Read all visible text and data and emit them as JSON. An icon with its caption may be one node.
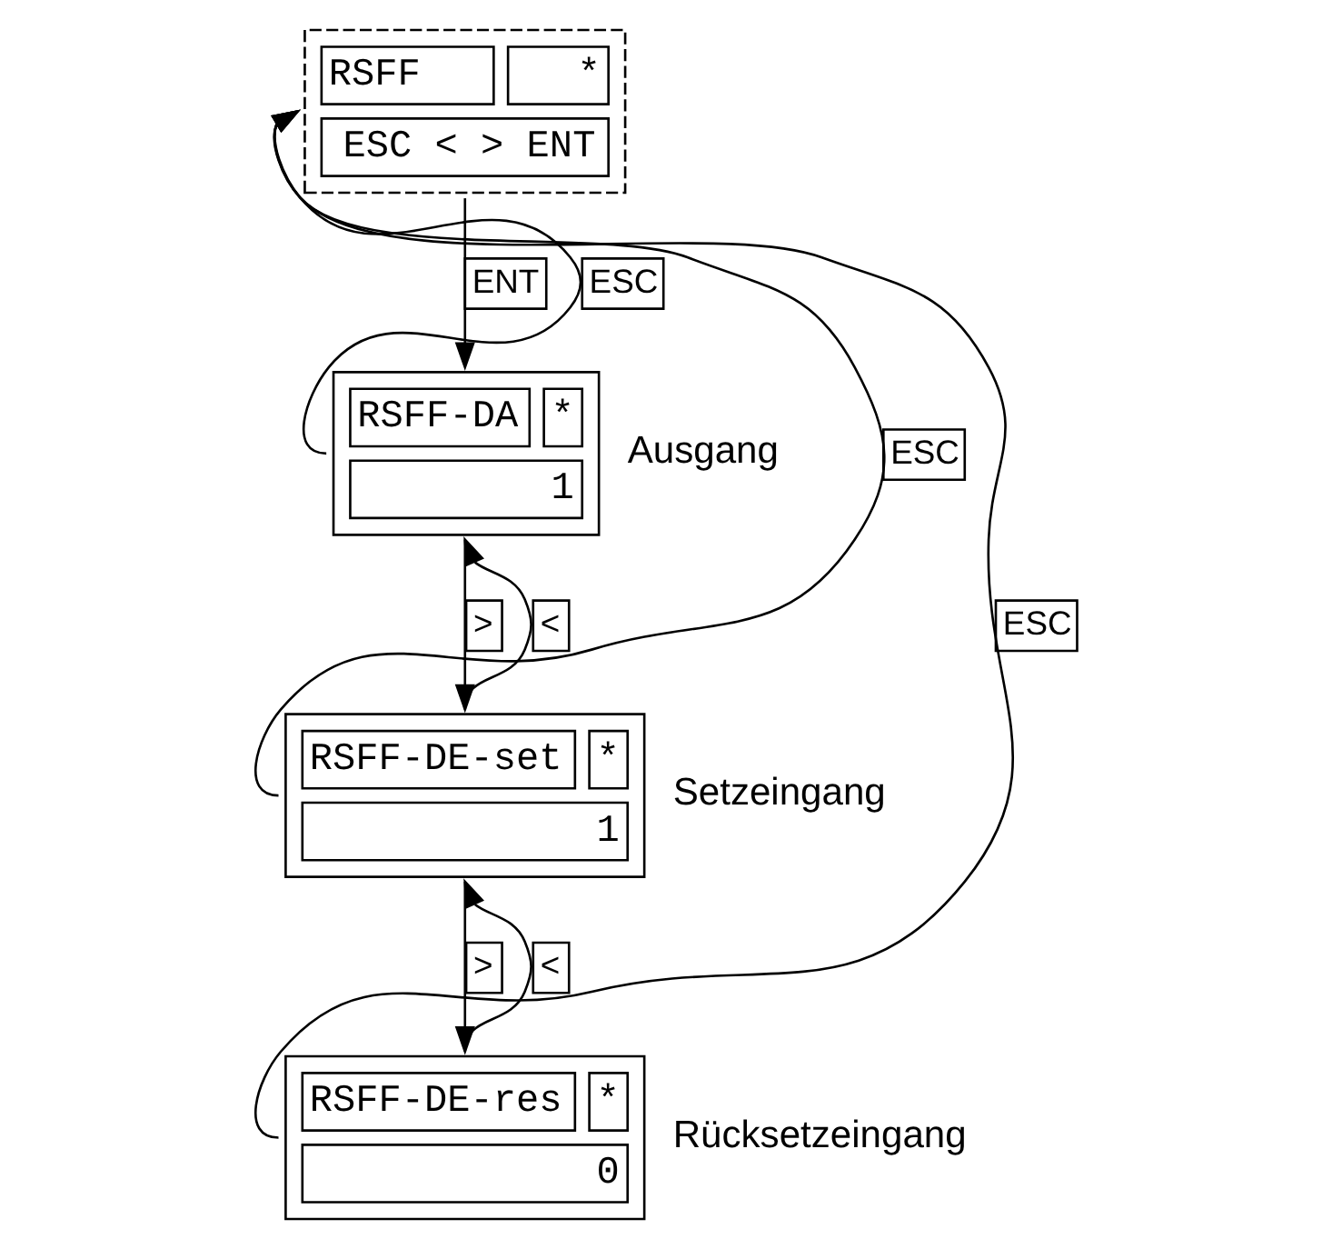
{
  "diagram": {
    "nodes": [
      {
        "text": [
          "RSFF",
          "*",
          "ESC < > ENT"
        ]
      },
      {
        "text": [
          "RSFF-DA",
          "*",
          "1"
        ],
        "beside": [
          "Ausgang"
        ]
      },
      {
        "text": [
          "RSFF-DE-set",
          "*",
          "1"
        ],
        "beside": [
          "Setzeingang"
        ]
      },
      {
        "text": [
          "RSFF-DE-res",
          "*",
          "0"
        ],
        "beside": [
          "Rücksetzeingang"
        ]
      }
    ],
    "edges": [
      {
        "from": 0,
        "to": 1,
        "arrow": "to",
        "label": "ENT"
      },
      {
        "from": 1,
        "to": 2,
        "arrow": "to",
        "label": ">"
      },
      {
        "from": 2,
        "to": 1,
        "arrow": "to",
        "label": "<"
      },
      {
        "from": 2,
        "to": 3,
        "arrow": "to",
        "label": ">"
      },
      {
        "from": 3,
        "to": 2,
        "arrow": "to",
        "label": "<"
      },
      {
        "from": 1,
        "to": 0,
        "arrow": "to",
        "label": "ESC"
      },
      {
        "from": 2,
        "to": 0,
        "arrow": "to",
        "label": "ESC"
      },
      {
        "from": 3,
        "to": 0,
        "arrow": "to",
        "label": "ESC"
      }
    ]
  }
}
